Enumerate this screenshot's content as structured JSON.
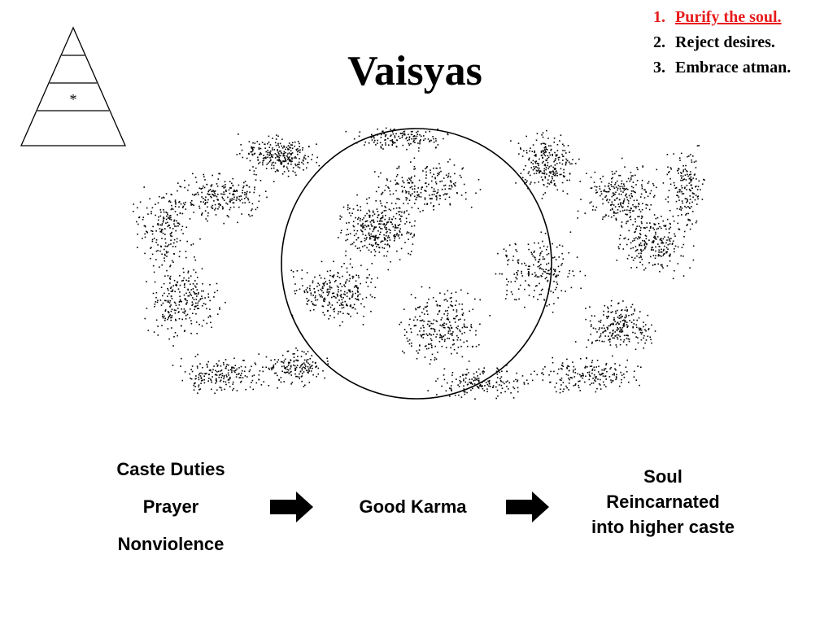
{
  "pyramid": {
    "marker": "*",
    "tiers": 4,
    "highlighted_tier": 3
  },
  "title": "Vaisyas",
  "steps": [
    {
      "number": "1.",
      "text": "Purify the soul.",
      "active": true
    },
    {
      "number": "2.",
      "text": "Reject desires.",
      "active": false
    },
    {
      "number": "3.",
      "text": "Embrace atman.",
      "active": false
    }
  ],
  "flow": {
    "actions": [
      "Caste Duties",
      "Prayer",
      "Nonviolence"
    ],
    "result": "Good Karma",
    "outcome": [
      "Soul",
      "Reincarnated",
      "into higher caste"
    ]
  },
  "colors": {
    "active_step": "#e81c1c",
    "ink": "#000000"
  },
  "icons": {
    "arrow": "right-arrow-icon",
    "soul": "soul-circle",
    "cloud": "speckled-cloud"
  }
}
